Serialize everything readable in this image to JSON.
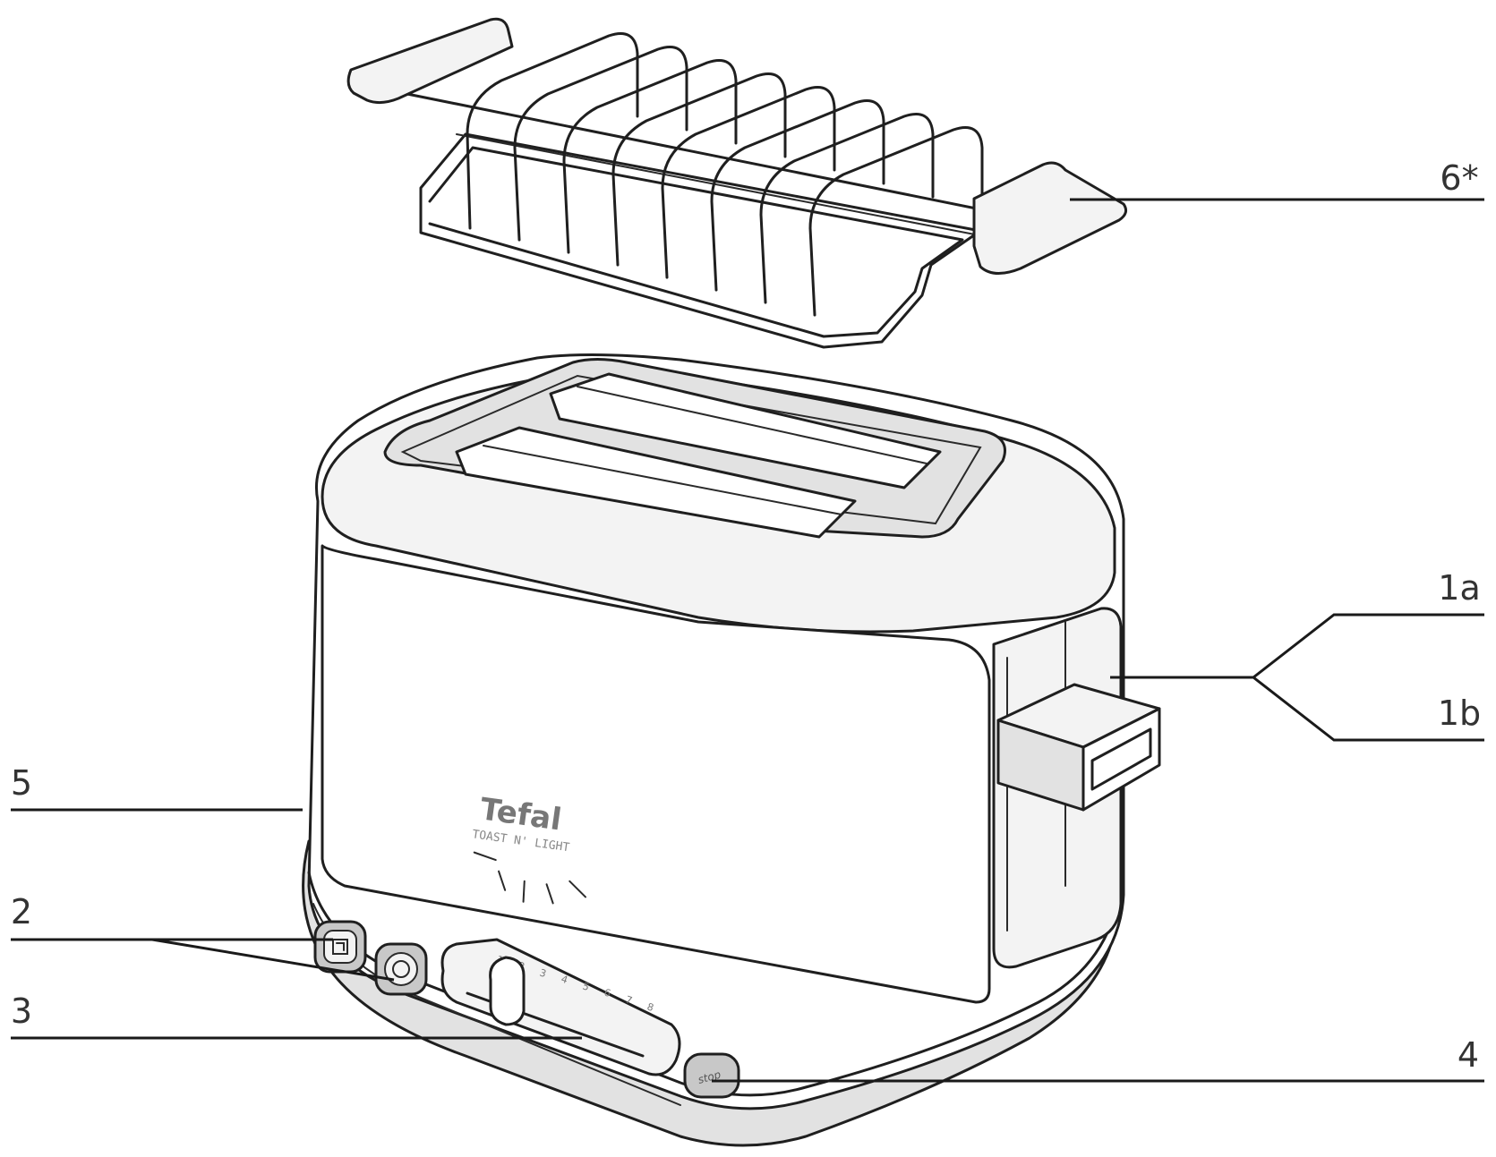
{
  "brand": {
    "name": "Tefal",
    "subtitle": "TOAST N' LIGHT"
  },
  "browning_scale": [
    "1",
    "2",
    "3",
    "4",
    "5",
    "6",
    "7",
    "8"
  ],
  "stop_button_label": "stop",
  "callouts": [
    {
      "id": "6",
      "label": "6*"
    },
    {
      "id": "1a",
      "label": "1a"
    },
    {
      "id": "1b",
      "label": "1b"
    },
    {
      "id": "5",
      "label": "5"
    },
    {
      "id": "2",
      "label": "2"
    },
    {
      "id": "3",
      "label": "3"
    },
    {
      "id": "4",
      "label": "4"
    }
  ]
}
